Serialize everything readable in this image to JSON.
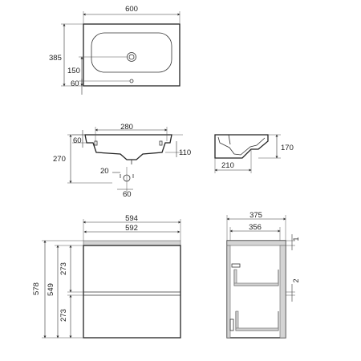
{
  "top_view": {
    "width_label": "600",
    "depth_label": "385",
    "tap_offset_label": "150",
    "drain_offset_label": "60"
  },
  "front_section": {
    "tap_spacing_label": "280",
    "edge_label": "60",
    "overall_height_label": "270",
    "bowl_height_label": "110",
    "drain_spacing_label": "20",
    "drain_width_label": "60"
  },
  "side_section": {
    "height_label": "170",
    "depth_label": "210"
  },
  "cabinet_front": {
    "outer_width_label": "594",
    "inner_width_label": "592",
    "total_height_label": "578",
    "body_height_label": "549",
    "upper_drawer_label": "273",
    "lower_drawer_label": "273"
  },
  "cabinet_side": {
    "outer_depth_label": "375",
    "inner_depth_label": "356",
    "top_gap_label": "1",
    "mid_gap_label": "2"
  }
}
